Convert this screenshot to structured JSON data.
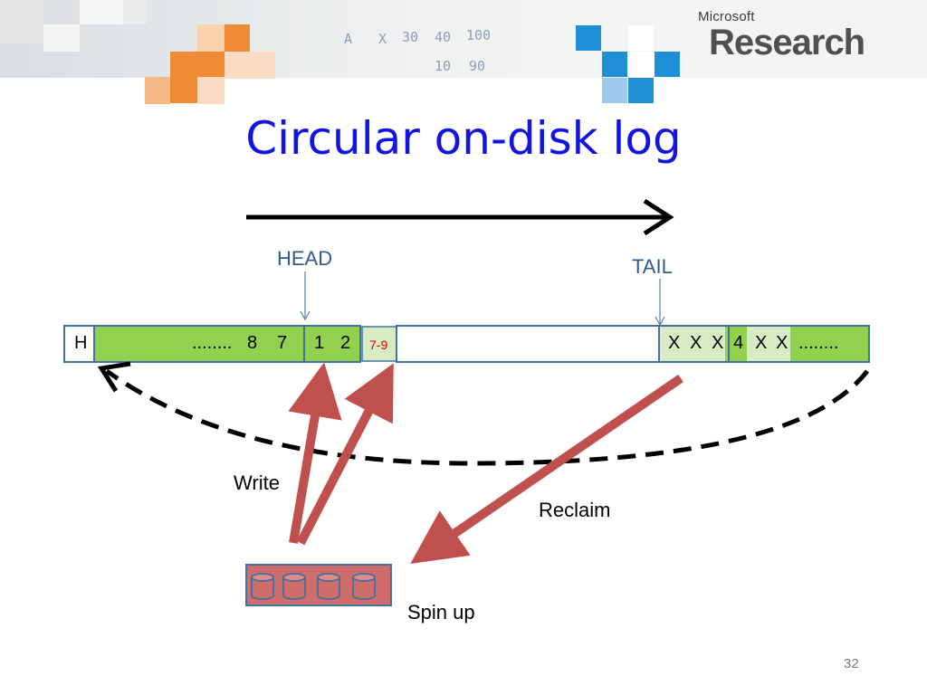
{
  "banner": {
    "logo_small": "Microsoft",
    "logo_big": "Research",
    "hand_notes": [
      "A",
      "X",
      "30",
      "40",
      "100",
      "10",
      "90"
    ]
  },
  "slide": {
    "title": "Circular on-disk log",
    "page_number": "32"
  },
  "log": {
    "head_label": "HEAD",
    "tail_label": "TAIL",
    "header_cell": "H",
    "dots_left": "........",
    "seg_8": "8",
    "seg_7": "7",
    "seg_1": "1",
    "seg_2": "2",
    "seg_7_9": "7-9",
    "tail_seq": [
      "X",
      "X",
      "X",
      "4",
      "X",
      "X"
    ],
    "dots_right": "........"
  },
  "labels": {
    "write": "Write",
    "reclaim": "Reclaim",
    "spin_up": "Spin up"
  },
  "colors": {
    "title": "#1414e0",
    "green": "#92d050",
    "light_green": "#d8ecc4",
    "border": "#41719c",
    "red_arrow": "#c0504d",
    "orange": "#f79646",
    "blue": "#1f8fd6"
  }
}
